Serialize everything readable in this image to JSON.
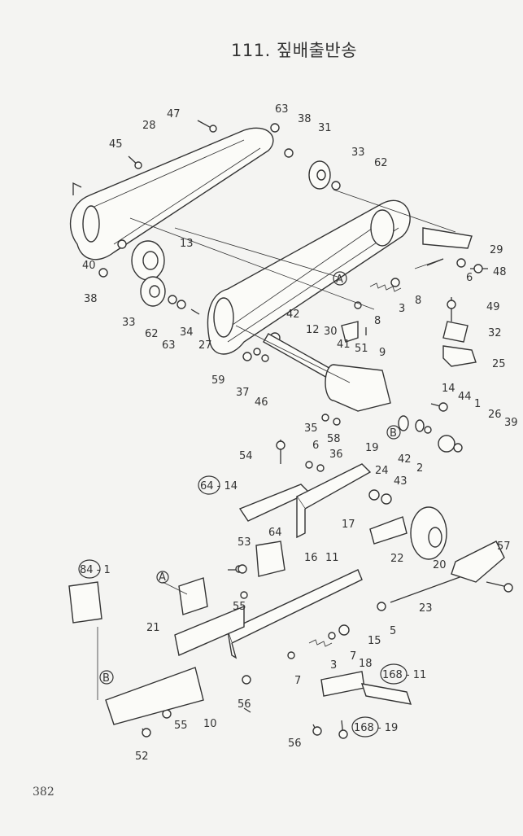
{
  "title": "111. 짚배출반송",
  "page_number": "382",
  "labels": [
    "47",
    "28",
    "45",
    "63",
    "38",
    "31",
    "33",
    "62",
    "13",
    "40",
    "38",
    "33",
    "62",
    "63",
    "34",
    "27",
    "59",
    "37",
    "46",
    "29",
    "48",
    "6",
    "8",
    "3",
    "8",
    "30",
    "51",
    "41",
    "12",
    "42",
    "9",
    "49",
    "32",
    "25",
    "14",
    "44",
    "1",
    "26",
    "39",
    "35",
    "58",
    "42",
    "2",
    "6",
    "36",
    "19",
    "24",
    "43",
    "54",
    "17",
    "22",
    "20",
    "57",
    "64",
    "16",
    "11",
    "53",
    "55",
    "21",
    "5",
    "23",
    "15",
    "7",
    "3",
    "7",
    "18",
    "56",
    "10",
    "55",
    "52",
    "56"
  ],
  "callouts": [
    "A",
    "B",
    "64-14",
    "A",
    "84-1",
    "B",
    "168-11",
    "168-19"
  ]
}
